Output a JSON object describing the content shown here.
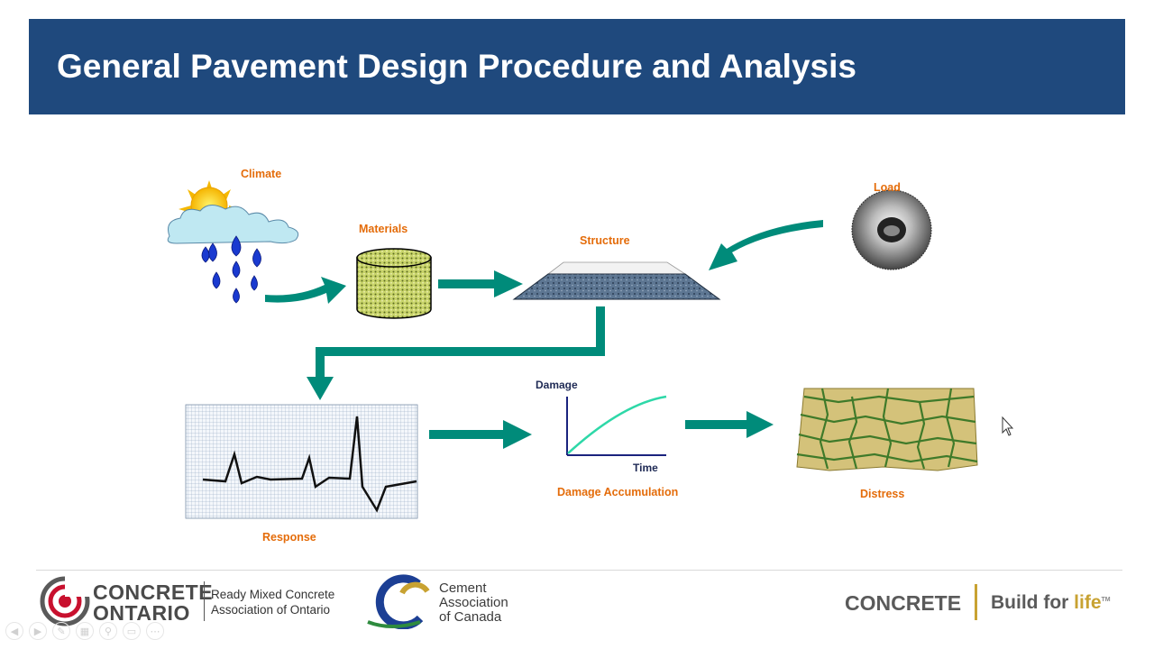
{
  "slide": {
    "title": "General Pavement Design Procedure and Analysis"
  },
  "diagram": {
    "labels": {
      "climate": "Climate",
      "materials": "Materials",
      "structure": "Structure",
      "load": "Load",
      "response": "Response",
      "damage_accumulation": "Damage Accumulation",
      "distress": "Distress"
    },
    "damage_chart": {
      "y_label": "Damage",
      "x_label": "Time"
    }
  },
  "footer": {
    "concrete_ontario": {
      "line1": "CONCRETE",
      "line2": "ONTARIO",
      "tagline1": "Ready Mixed Concrete",
      "tagline2": "Association of Ontario"
    },
    "cement_association": {
      "line1": "Cement",
      "line2": "Association",
      "line3": "of Canada"
    },
    "concrete_brand": "CONCRETE",
    "build_for": "Build for ",
    "life": "life",
    "tm": "TM"
  },
  "colors": {
    "title_bar": "#1f497d",
    "label_orange": "#e46c0a",
    "arrow_teal": "#008b7a"
  },
  "player_controls": [
    "prev-icon",
    "next-icon",
    "pen-icon",
    "slides-icon",
    "zoom-icon",
    "subtitles-icon",
    "more-icon"
  ]
}
